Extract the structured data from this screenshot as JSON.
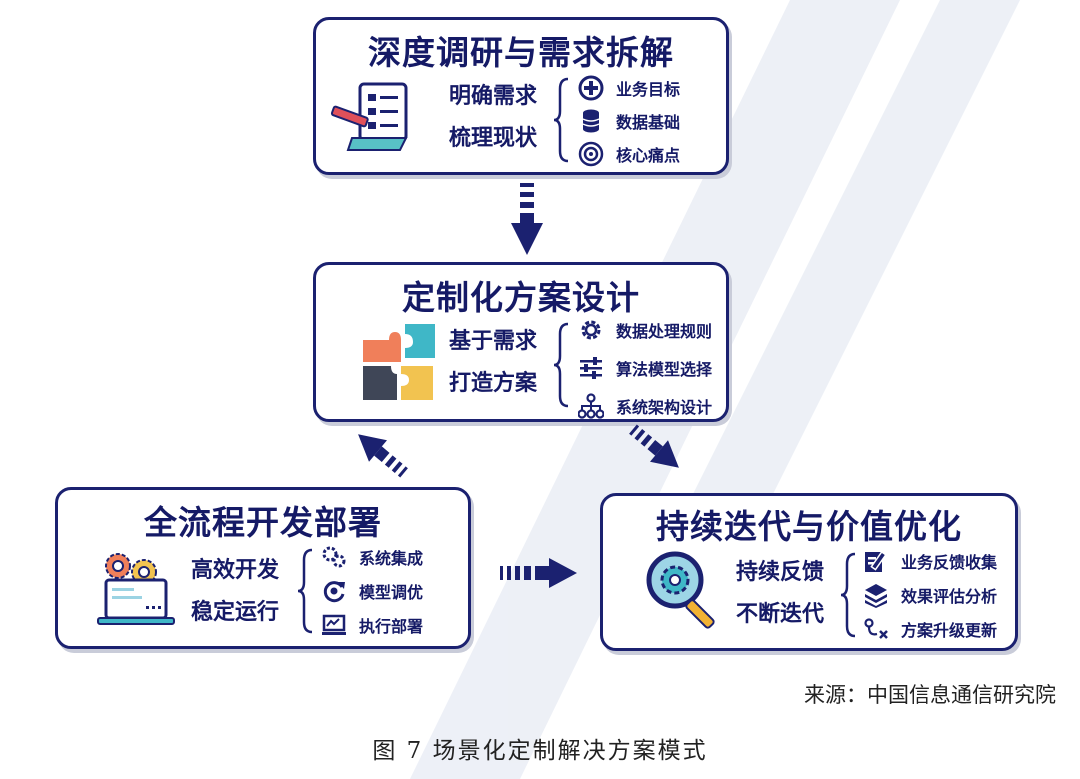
{
  "boxes": {
    "research": {
      "title": "深度调研与需求拆解",
      "left_lines": [
        "明确需求",
        "梳理现状"
      ],
      "items": [
        {
          "label": "业务目标",
          "icon": "plus-circle-icon"
        },
        {
          "label": "数据基础",
          "icon": "database-icon"
        },
        {
          "label": "核心痛点",
          "icon": "target-icon"
        }
      ]
    },
    "design": {
      "title": "定制化方案设计",
      "left_lines": [
        "基于需求",
        "打造方案"
      ],
      "items": [
        {
          "label": "数据处理规则",
          "icon": "gear-icon"
        },
        {
          "label": "算法模型选择",
          "icon": "sliders-icon"
        },
        {
          "label": "系统架构设计",
          "icon": "hierarchy-icon"
        }
      ]
    },
    "deploy": {
      "title": "全流程开发部署",
      "left_lines": [
        "高效开发",
        "稳定运行"
      ],
      "items": [
        {
          "label": "系统集成",
          "icon": "gears-icon"
        },
        {
          "label": "模型调优",
          "icon": "refresh-icon"
        },
        {
          "label": "执行部署",
          "icon": "monitor-icon"
        }
      ]
    },
    "iterate": {
      "title": "持续迭代与价值优化",
      "left_lines": [
        "持续反馈",
        "不断迭代"
      ],
      "items": [
        {
          "label": "业务反馈收集",
          "icon": "edit-icon"
        },
        {
          "label": "效果评估分析",
          "icon": "layers-icon"
        },
        {
          "label": "方案升级更新",
          "icon": "path-icon"
        }
      ]
    }
  },
  "source": "来源：中国信息通信研究院",
  "caption": "图 7 场景化定制解决方案模式",
  "colors": {
    "navy": "#1b2170",
    "accent_red": "#e0505a",
    "accent_teal": "#2aa7c9",
    "accent_yellow": "#f2b233"
  }
}
